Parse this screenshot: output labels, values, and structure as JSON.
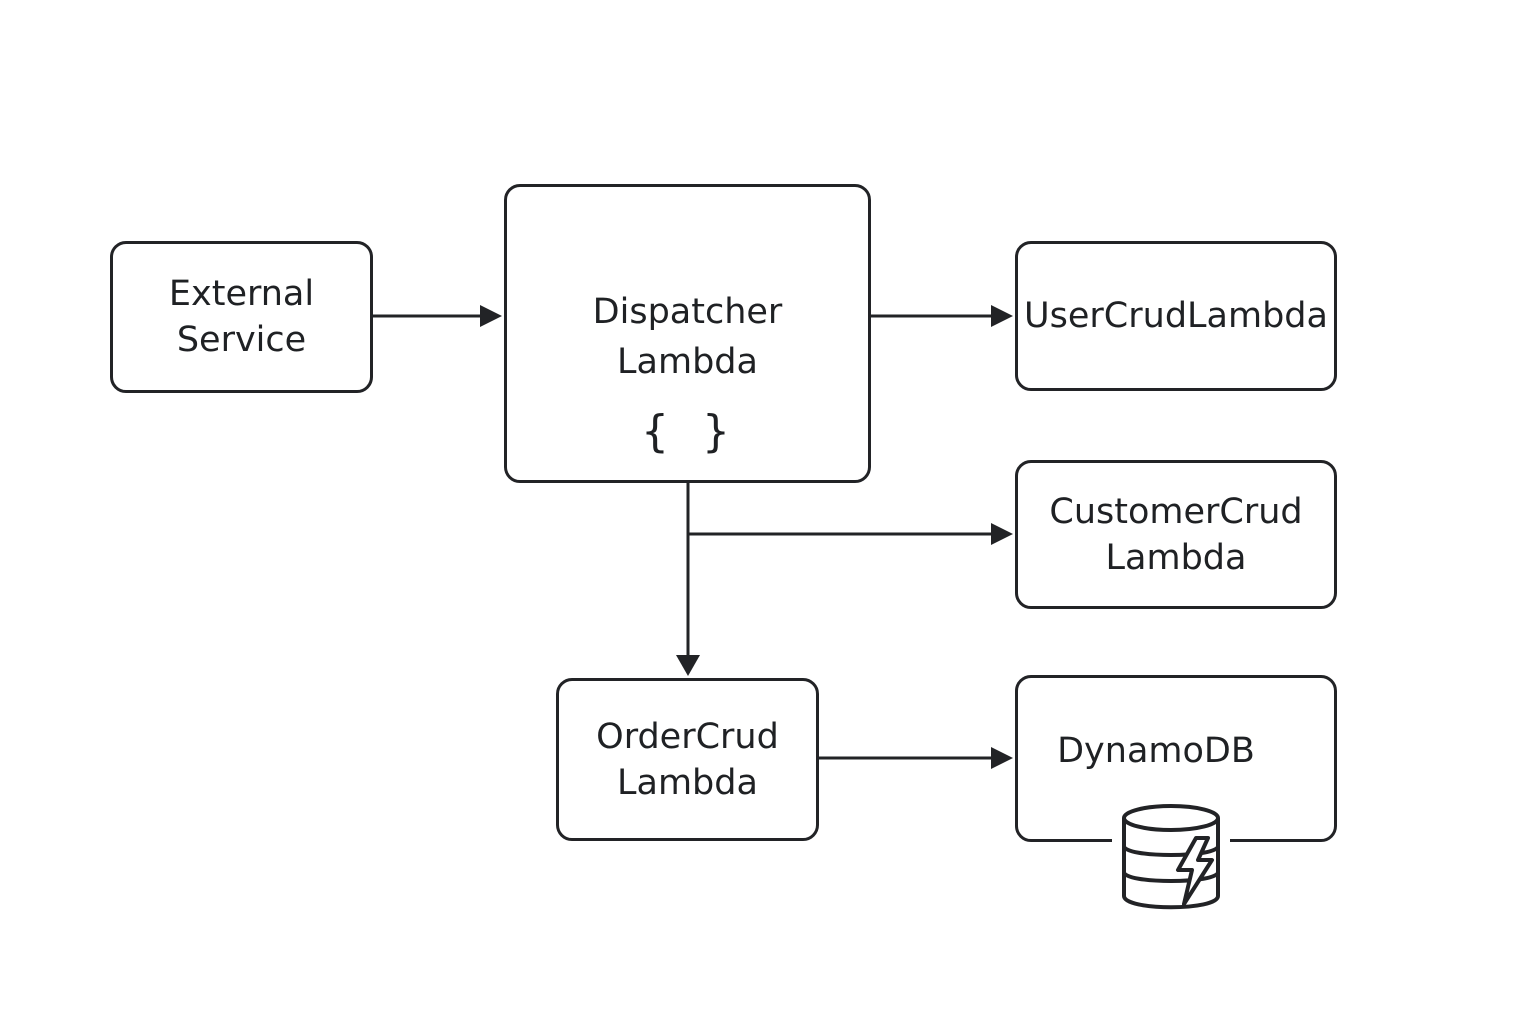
{
  "diagram": {
    "nodes": {
      "external_service": {
        "label": "External\nService"
      },
      "dispatcher": {
        "label": "Dispatcher\nLambda",
        "icon": "code-braces-icon",
        "icon_text": "{ }"
      },
      "user_crud": {
        "label": "UserCrudLambda"
      },
      "customer_crud": {
        "label": "CustomerCrud\nLambda"
      },
      "order_crud": {
        "label": "OrderCrud\nLambda"
      },
      "dynamodb": {
        "label": "DynamoDB",
        "icon": "dynamodb-database-icon"
      }
    },
    "edges": [
      {
        "from": "External\nService",
        "to": "Dispatcher\nLambda"
      },
      {
        "from": "Dispatcher\nLambda",
        "to": "UserCrudLambda"
      },
      {
        "from": "Dispatcher\nLambda",
        "to": "CustomerCrud\nLambda"
      },
      {
        "from": "Dispatcher\nLambda",
        "to": "OrderCrud\nLambda"
      },
      {
        "from": "OrderCrud\nLambda",
        "to": "DynamoDB"
      }
    ],
    "colors": {
      "stroke": "#222326",
      "text": "#1f2124",
      "background": "#ffffff"
    }
  }
}
